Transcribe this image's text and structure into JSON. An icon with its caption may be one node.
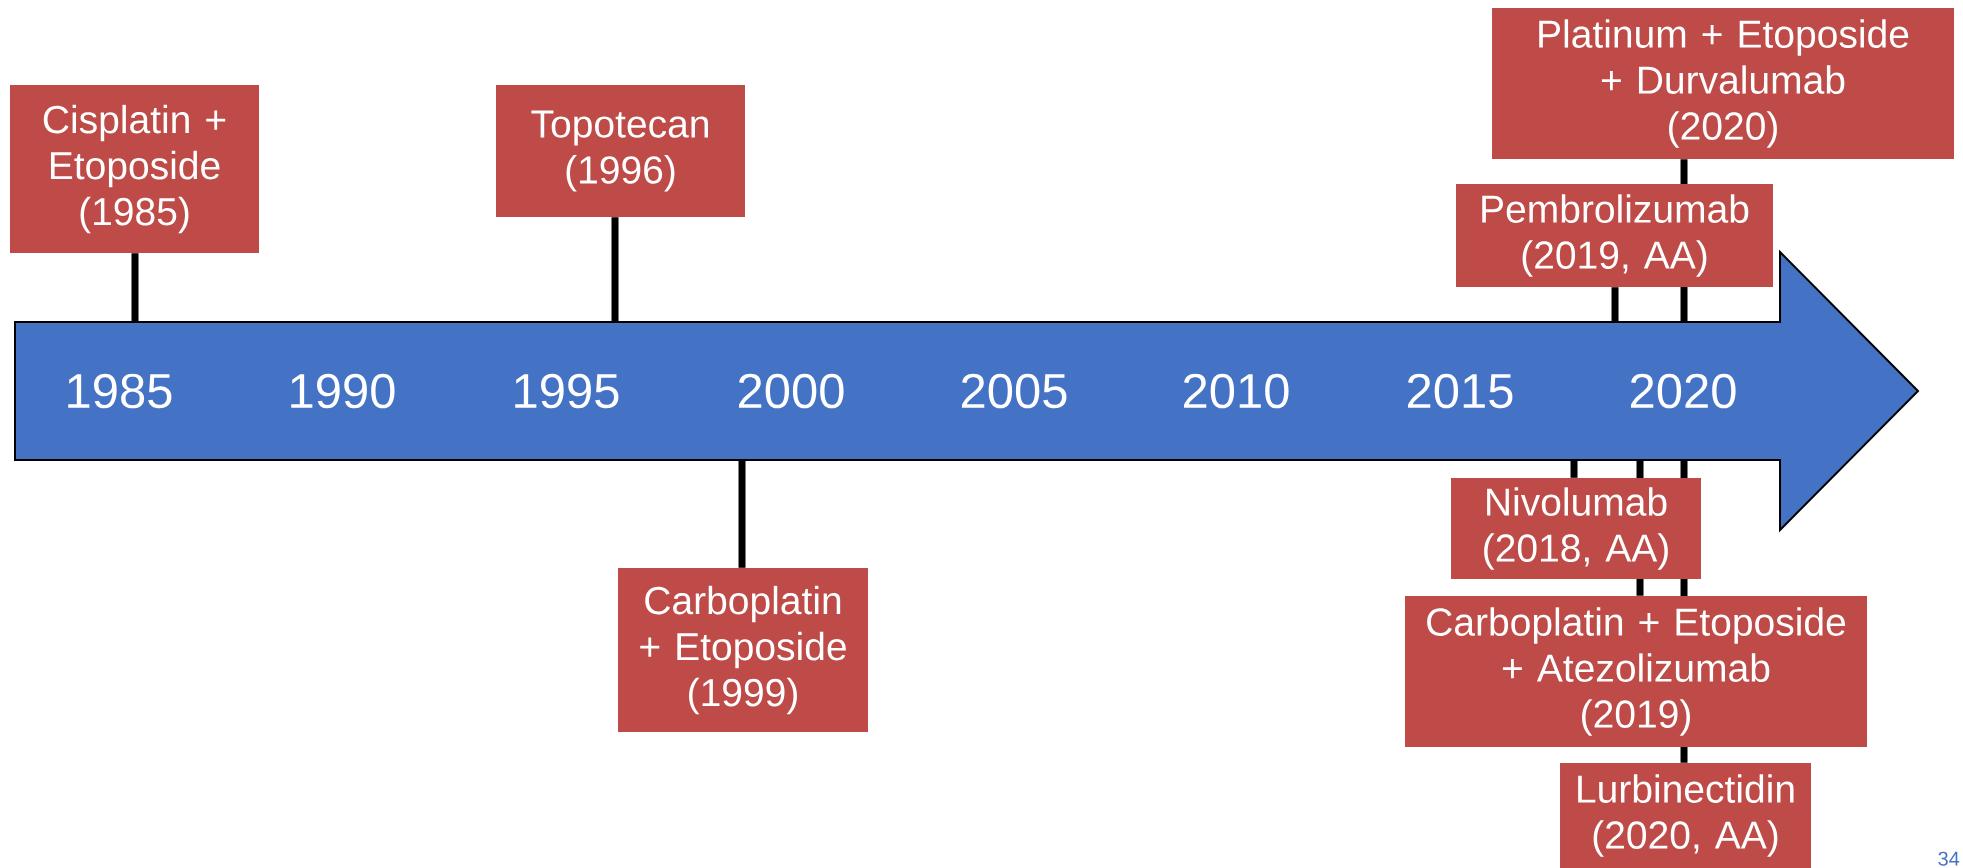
{
  "diagram": {
    "nodes": [
      {
        "text": [
          "Cisplatin + Etoposide",
          "(1985)"
        ]
      },
      {
        "text": [
          "Topotecan",
          "(1996)"
        ]
      },
      {
        "text": [
          "Platinum + Etoposide + Durvalumab",
          "(2020)"
        ]
      },
      {
        "text": [
          "Pembrolizumab",
          "(2019, AA)"
        ]
      },
      {
        "text": [
          "1985",
          "1990",
          "1995",
          "2000",
          "2005",
          "2010",
          "2015",
          "2020"
        ]
      },
      {
        "text": [
          "Carboplatin + Etoposide",
          "(1999)"
        ]
      },
      {
        "text": [
          "Nivolumab",
          "(2018, AA)"
        ]
      },
      {
        "text": [
          "Carboplatin + Etoposide + Atezolizumab",
          "(2019)"
        ]
      },
      {
        "text": [
          "Lurbinectidin",
          "(2020, AA)"
        ]
      }
    ],
    "edges": [
      {
        "from": 0,
        "to": 4,
        "arrow": "none"
      },
      {
        "from": 1,
        "to": 4,
        "arrow": "none"
      },
      {
        "from": 2,
        "to": 4,
        "arrow": "none"
      },
      {
        "from": 3,
        "to": 4,
        "arrow": "none"
      },
      {
        "from": 5,
        "to": 4,
        "arrow": "none"
      },
      {
        "from": 6,
        "to": 4,
        "arrow": "none"
      },
      {
        "from": 7,
        "to": 4,
        "arrow": "none"
      },
      {
        "from": 8,
        "to": 4,
        "arrow": "none"
      }
    ],
    "labels": [
      "34"
    ]
  }
}
